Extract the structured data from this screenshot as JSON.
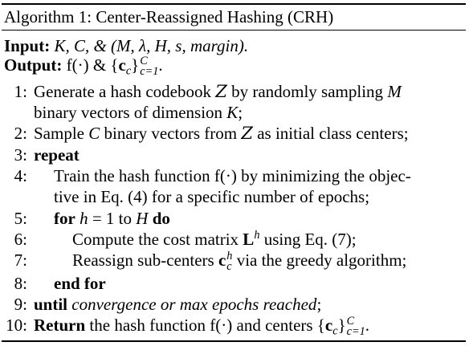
{
  "title": "Algorithm 1: Center-Reassigned Hashing (CRH)",
  "input": {
    "label": "Input:",
    "text": "K, C, & (M, λ, H, s, margin)."
  },
  "output": {
    "label": "Output:",
    "text_before": "f(·) & {",
    "c": "c",
    "c_sub": "c",
    "brace_close": "}",
    "sup": "C",
    "sub": "c=1",
    "end": "."
  },
  "steps": {
    "s1": {
      "num": "1:",
      "text1": "Generate a hash codebook ",
      "z": "Z",
      "text2": " by randomly sampling ",
      "m": "M",
      "cont1": "binary vectors of dimension ",
      "k": "K",
      "cont2": ";"
    },
    "s2": {
      "num": "2:",
      "text1": "Sample ",
      "c": "C",
      "text2": " binary vectors from ",
      "z": "Z",
      "text3": " as initial class centers;"
    },
    "s3": {
      "num": "3:",
      "kw": "repeat"
    },
    "s4": {
      "num": "4:",
      "text": "Train the hash function f(·) by minimizing the objec-",
      "cont": "tive in Eq. (4) for a specific number of epochs;"
    },
    "s5": {
      "num": "5:",
      "kw_for": "for",
      "h": "h",
      "eq": " = 1 to ",
      "H": "H",
      "kw_do": "do"
    },
    "s6": {
      "num": "6:",
      "text1": "Compute the cost matrix ",
      "L": "L",
      "sup": "h",
      "text2": " using Eq. (7);"
    },
    "s7": {
      "num": "7:",
      "text1": "Reassign sub-centers ",
      "c": "c",
      "sup": "h",
      "sub": "c",
      "text2": " via the greedy algorithm;"
    },
    "s8": {
      "num": "8:",
      "kw": "end for"
    },
    "s9": {
      "num": "9:",
      "kw": "until",
      "text": " convergence or max epochs reached",
      "end": ";"
    },
    "s10": {
      "num": "10:",
      "kw": "Return",
      "text1": " the hash function f(·) and centers {",
      "c": "c",
      "c_sub": "c",
      "brace_close": "}",
      "sup": "C",
      "sub": "c=1",
      "end": "."
    }
  }
}
